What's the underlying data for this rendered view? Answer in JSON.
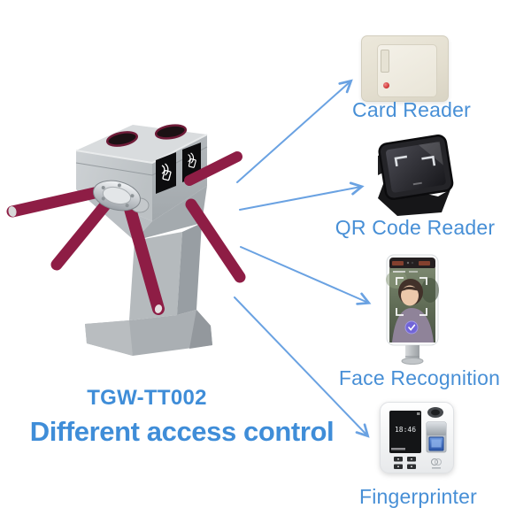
{
  "heading": {
    "model": "TGW-TT002",
    "title": "Different access control"
  },
  "devices": {
    "card_reader": {
      "label": "Card Reader"
    },
    "qr_code_reader": {
      "label": "QR Code Reader"
    },
    "face_recognition": {
      "label": "Face Recognition"
    },
    "fingerprinter": {
      "label": "Fingerprinter",
      "screen_time": "18:46"
    }
  },
  "icons": {
    "turnstile": "tripod-turnstile-illustration",
    "arrows": [
      "arrow-to-card-reader",
      "arrow-to-qr-code-reader",
      "arrow-to-face-recognition",
      "arrow-to-fingerprinter"
    ],
    "rfid_panel": "rfid-card-wave-icon",
    "face_check": "check-icon"
  },
  "colors": {
    "label_blue": "#478fd6",
    "heading_blue": "#3f8dd8",
    "arrow_blue": "#6aa2e2",
    "turnstile_arm_red": "#8e1d45",
    "turnstile_gray": "#b4b9bc",
    "card_reader_beige": "#e7e2d4",
    "fingerprint_sensor_blue": "#3f6cc0"
  }
}
